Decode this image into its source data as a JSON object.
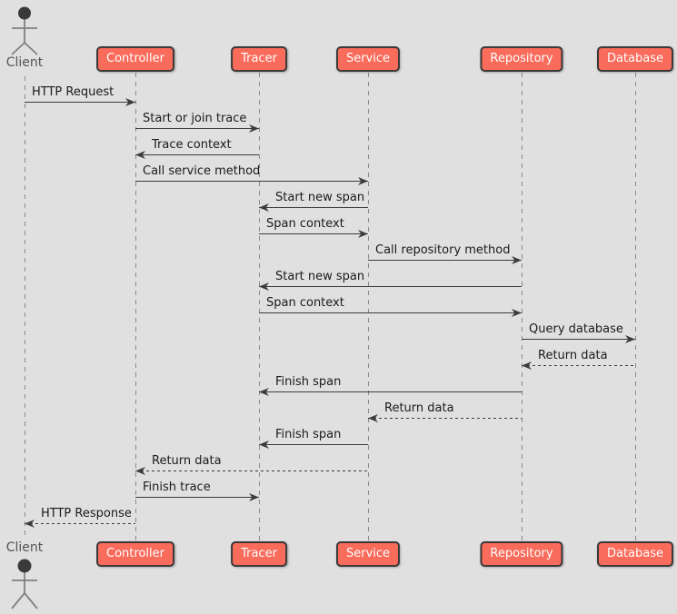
{
  "diagram": {
    "type": "uml-sequence-diagram",
    "participants": [
      {
        "id": "client",
        "label": "Client",
        "kind": "actor"
      },
      {
        "id": "controller",
        "label": "Controller",
        "kind": "participant"
      },
      {
        "id": "tracer",
        "label": "Tracer",
        "kind": "participant"
      },
      {
        "id": "service",
        "label": "Service",
        "kind": "participant"
      },
      {
        "id": "repository",
        "label": "Repository",
        "kind": "participant"
      },
      {
        "id": "database",
        "label": "Database",
        "kind": "participant"
      }
    ],
    "messages": [
      {
        "label": "HTTP Request",
        "from": "client",
        "to": "controller",
        "line": "solid"
      },
      {
        "label": "Start or join trace",
        "from": "controller",
        "to": "tracer",
        "line": "solid"
      },
      {
        "label": "Trace context",
        "from": "tracer",
        "to": "controller",
        "line": "solid"
      },
      {
        "label": "Call service method",
        "from": "controller",
        "to": "service",
        "line": "solid"
      },
      {
        "label": "Start new span",
        "from": "service",
        "to": "tracer",
        "line": "solid"
      },
      {
        "label": "Span context",
        "from": "tracer",
        "to": "service",
        "line": "solid"
      },
      {
        "label": "Call repository method",
        "from": "service",
        "to": "repository",
        "line": "solid"
      },
      {
        "label": "Start new span",
        "from": "repository",
        "to": "tracer",
        "line": "solid"
      },
      {
        "label": "Span context",
        "from": "tracer",
        "to": "repository",
        "line": "solid"
      },
      {
        "label": "Query database",
        "from": "repository",
        "to": "database",
        "line": "solid"
      },
      {
        "label": "Return data",
        "from": "database",
        "to": "repository",
        "line": "dashed"
      },
      {
        "label": "Finish span",
        "from": "repository",
        "to": "tracer",
        "line": "solid"
      },
      {
        "label": "Return data",
        "from": "repository",
        "to": "service",
        "line": "dashed"
      },
      {
        "label": "Finish span",
        "from": "service",
        "to": "tracer",
        "line": "solid"
      },
      {
        "label": "Return data",
        "from": "service",
        "to": "controller",
        "line": "dashed"
      },
      {
        "label": "Finish trace",
        "from": "controller",
        "to": "tracer",
        "line": "solid"
      },
      {
        "label": "HTTP Response",
        "from": "controller",
        "to": "client",
        "line": "dashed"
      }
    ],
    "colors": {
      "background": "#E0E0E0",
      "participant_fill": "#F96B5B",
      "participant_border": "#3A3A3A",
      "participant_text": "#FFFFFF",
      "message_text": "#1A1A1A",
      "arrow": "#3C3C3C",
      "lifeline": "#8A8A8A",
      "actor_label": "#555555",
      "actor_line": "#808080",
      "actor_head": "#3A3A3A"
    }
  }
}
